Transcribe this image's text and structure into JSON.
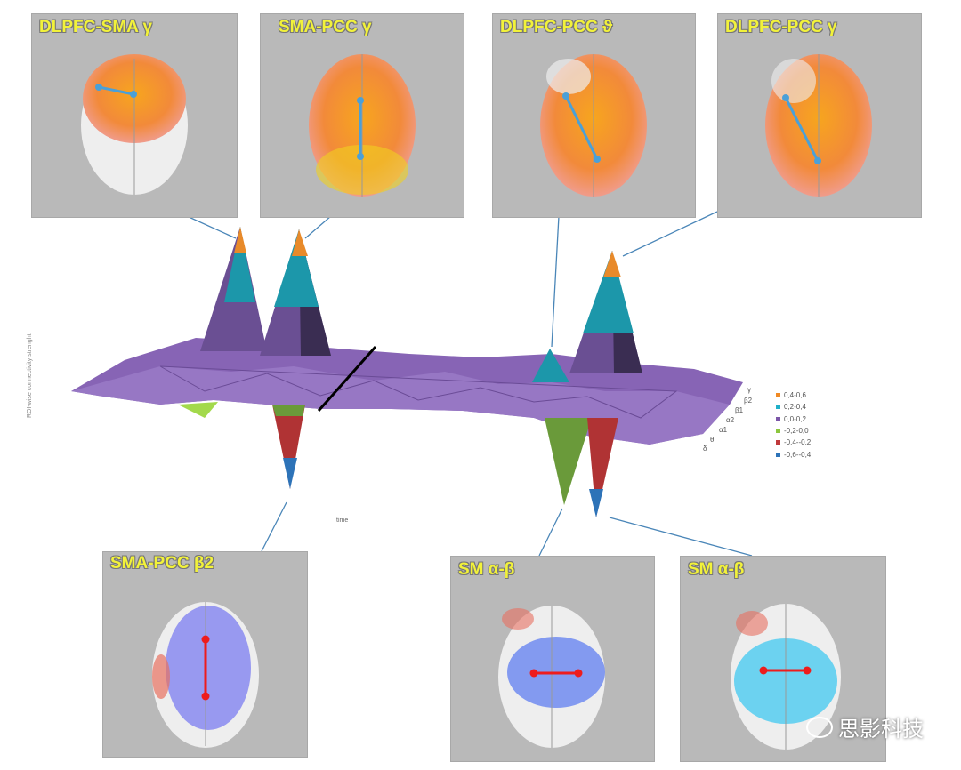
{
  "panels_top": [
    {
      "title": "DLPFC-SMA γ"
    },
    {
      "title": "SMA-PCC γ"
    },
    {
      "title": "DLPFC-PCC ϑ"
    },
    {
      "title": "DLPFC-PCC γ"
    }
  ],
  "panels_bottom": [
    {
      "title": "SMA-PCC β2"
    },
    {
      "title": "SM  α-β"
    },
    {
      "title": "SM  α-β"
    }
  ],
  "chart": {
    "ylabel": "ROI-wise connectivity strenght",
    "xlabel": "time",
    "bands": [
      "γ",
      "β2",
      "β1",
      "α2",
      "α1",
      "θ",
      "δ"
    ],
    "legend": [
      {
        "label": "0,4-0,6",
        "color": "#f08a24"
      },
      {
        "label": "0,2-0,4",
        "color": "#1fb0c8"
      },
      {
        "label": "0,0-0,2",
        "color": "#7b56a8"
      },
      {
        "label": "-0,2-0,0",
        "color": "#8cc63e"
      },
      {
        "label": "-0,4--0,2",
        "color": "#c0393b"
      },
      {
        "label": "-0,6--0,4",
        "color": "#2d73b8"
      }
    ]
  },
  "watermark": "思影科技"
}
